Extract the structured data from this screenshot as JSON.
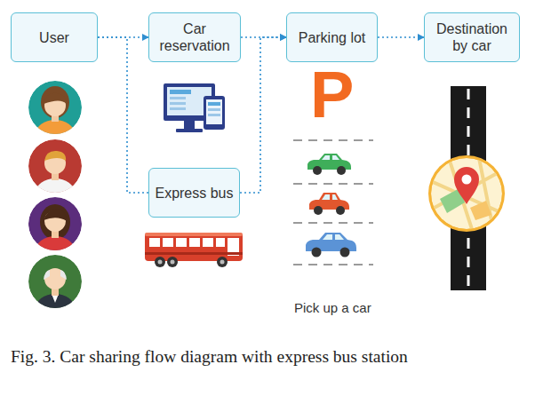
{
  "diagram": {
    "caption": "Fig. 3. Car sharing flow diagram with express bus station",
    "nodes": [
      {
        "text": [
          "User"
        ]
      },
      {
        "text": [
          "Car reservation"
        ]
      },
      {
        "text": [
          "Parking lot"
        ]
      },
      {
        "text": [
          "Destination by car"
        ]
      },
      {
        "text": [
          "Express bus"
        ]
      }
    ],
    "edges": [
      {
        "from": 0,
        "to": 1,
        "arrow": "to"
      },
      {
        "from": 0,
        "to": 4,
        "arrow": "none"
      },
      {
        "from": 1,
        "to": 2,
        "arrow": "to"
      },
      {
        "from": 4,
        "to": 2,
        "arrow": "to"
      },
      {
        "from": 2,
        "to": 3,
        "arrow": "to"
      }
    ],
    "labels": [
      "P",
      "Pick up a car"
    ]
  }
}
